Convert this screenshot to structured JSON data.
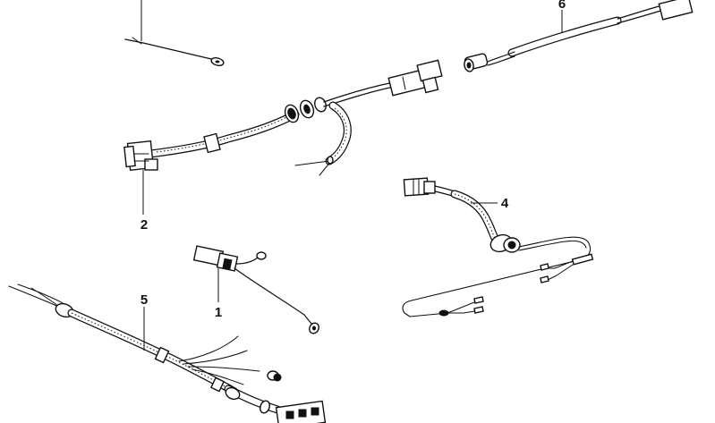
{
  "diagram": {
    "labels": [
      {
        "id": "label-1",
        "text": "1"
      },
      {
        "id": "label-2",
        "text": "2"
      },
      {
        "id": "label-4",
        "text": "4"
      },
      {
        "id": "label-5",
        "text": "5"
      },
      {
        "id": "label-6",
        "text": "6"
      }
    ]
  }
}
